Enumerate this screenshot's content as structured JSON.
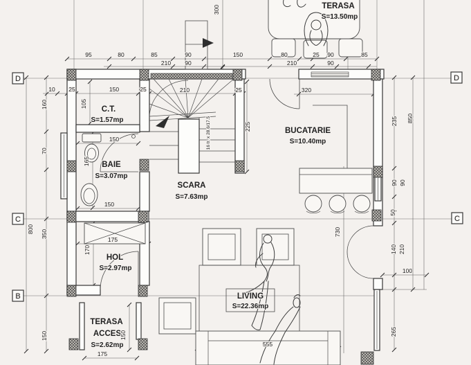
{
  "plan": {
    "rooms": {
      "terasa": {
        "name": "TERASA",
        "area": "S=13.50mp"
      },
      "ct": {
        "name": "C.T.",
        "area": "S=1.57mp"
      },
      "baie": {
        "name": "BAIE",
        "area": "S=3.07mp"
      },
      "scara": {
        "name": "SCARA",
        "area": "S=7.63mp"
      },
      "bucatarie": {
        "name": "BUCATARIE",
        "area": "S=10.40mp"
      },
      "hol": {
        "name": "HOL",
        "area": "S=2.97mp"
      },
      "living": {
        "name": "LIVING",
        "area": "S=22.36mp"
      },
      "terasa_acces": {
        "line1": "TERASA",
        "line2": "ACCES",
        "area": "S=2.62mp"
      }
    },
    "grid_markers": {
      "left": [
        "D",
        "C",
        "B"
      ],
      "right": [
        "D",
        "C"
      ]
    },
    "stair_note": "16 tr. x 28.6/17.5",
    "dims": {
      "top1": [
        "95",
        "80",
        "85",
        "90",
        "150",
        "80",
        "25",
        "90",
        "85"
      ],
      "top2": [
        "210",
        "90",
        "210",
        "90"
      ],
      "inner_top": [
        "10",
        "25",
        "150",
        "25",
        "210",
        "25",
        "320"
      ],
      "left": [
        "160",
        "70",
        "800",
        "350",
        "150"
      ],
      "left_inner": [
        "105",
        "150",
        "165",
        "150",
        "175",
        "170",
        "150",
        "175"
      ],
      "right": [
        "235",
        "850",
        "90",
        "90",
        "50",
        "140",
        "210",
        "100",
        "265"
      ],
      "center": [
        "300",
        "225",
        "730",
        "555"
      ]
    }
  },
  "colors": {
    "paper": "#f4f1ee",
    "line": "#3a3a3a"
  }
}
